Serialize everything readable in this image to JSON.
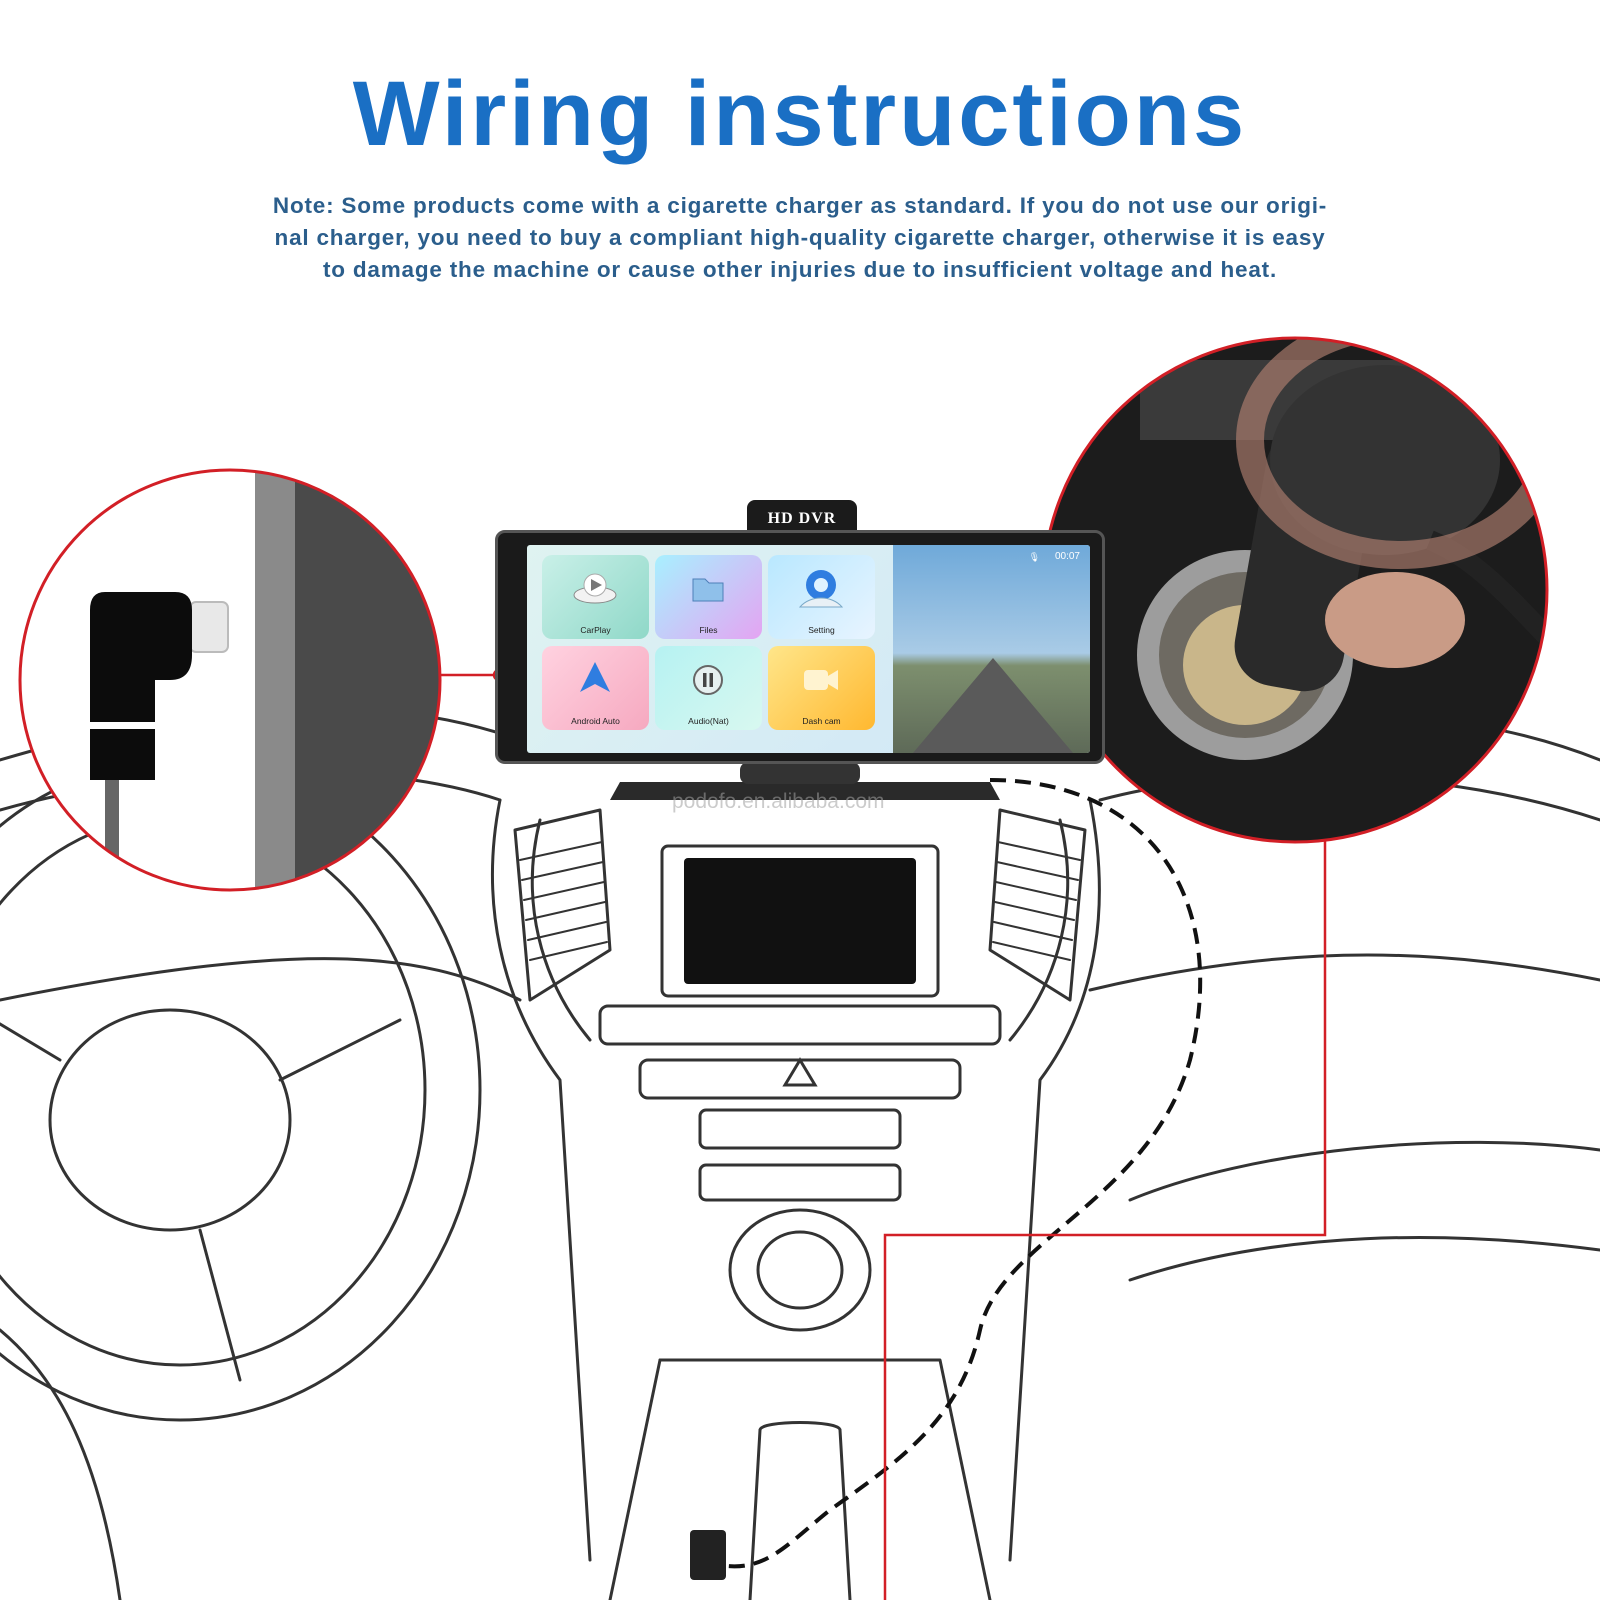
{
  "title": "Wiring instructions",
  "note_lines": [
    "Note: Some products come with a cigarette charger as standard. If you do not use our origi-",
    "nal charger, you need to buy a compliant high-quality cigarette charger, otherwise it is easy",
    "to damage the machine or cause other injuries due to insufficient voltage and heat."
  ],
  "device": {
    "tab_label": "HD DVR",
    "clock": "00:07",
    "apps": [
      {
        "label": "CarPlay",
        "icon": "car-play-icon"
      },
      {
        "label": "Files",
        "icon": "folder-icon"
      },
      {
        "label": "Setting",
        "icon": "gear-icon"
      },
      {
        "label": "Android Auto",
        "icon": "android-auto-icon"
      },
      {
        "label": "Audio(Nat)",
        "icon": "audio-icon"
      },
      {
        "label": "Dash cam",
        "icon": "camera-icon"
      }
    ]
  },
  "watermark": "podofo.en.alibaba.com",
  "colors": {
    "title": "#1a6fc4",
    "note": "#2b5e8c",
    "callout": "#d21f26"
  }
}
